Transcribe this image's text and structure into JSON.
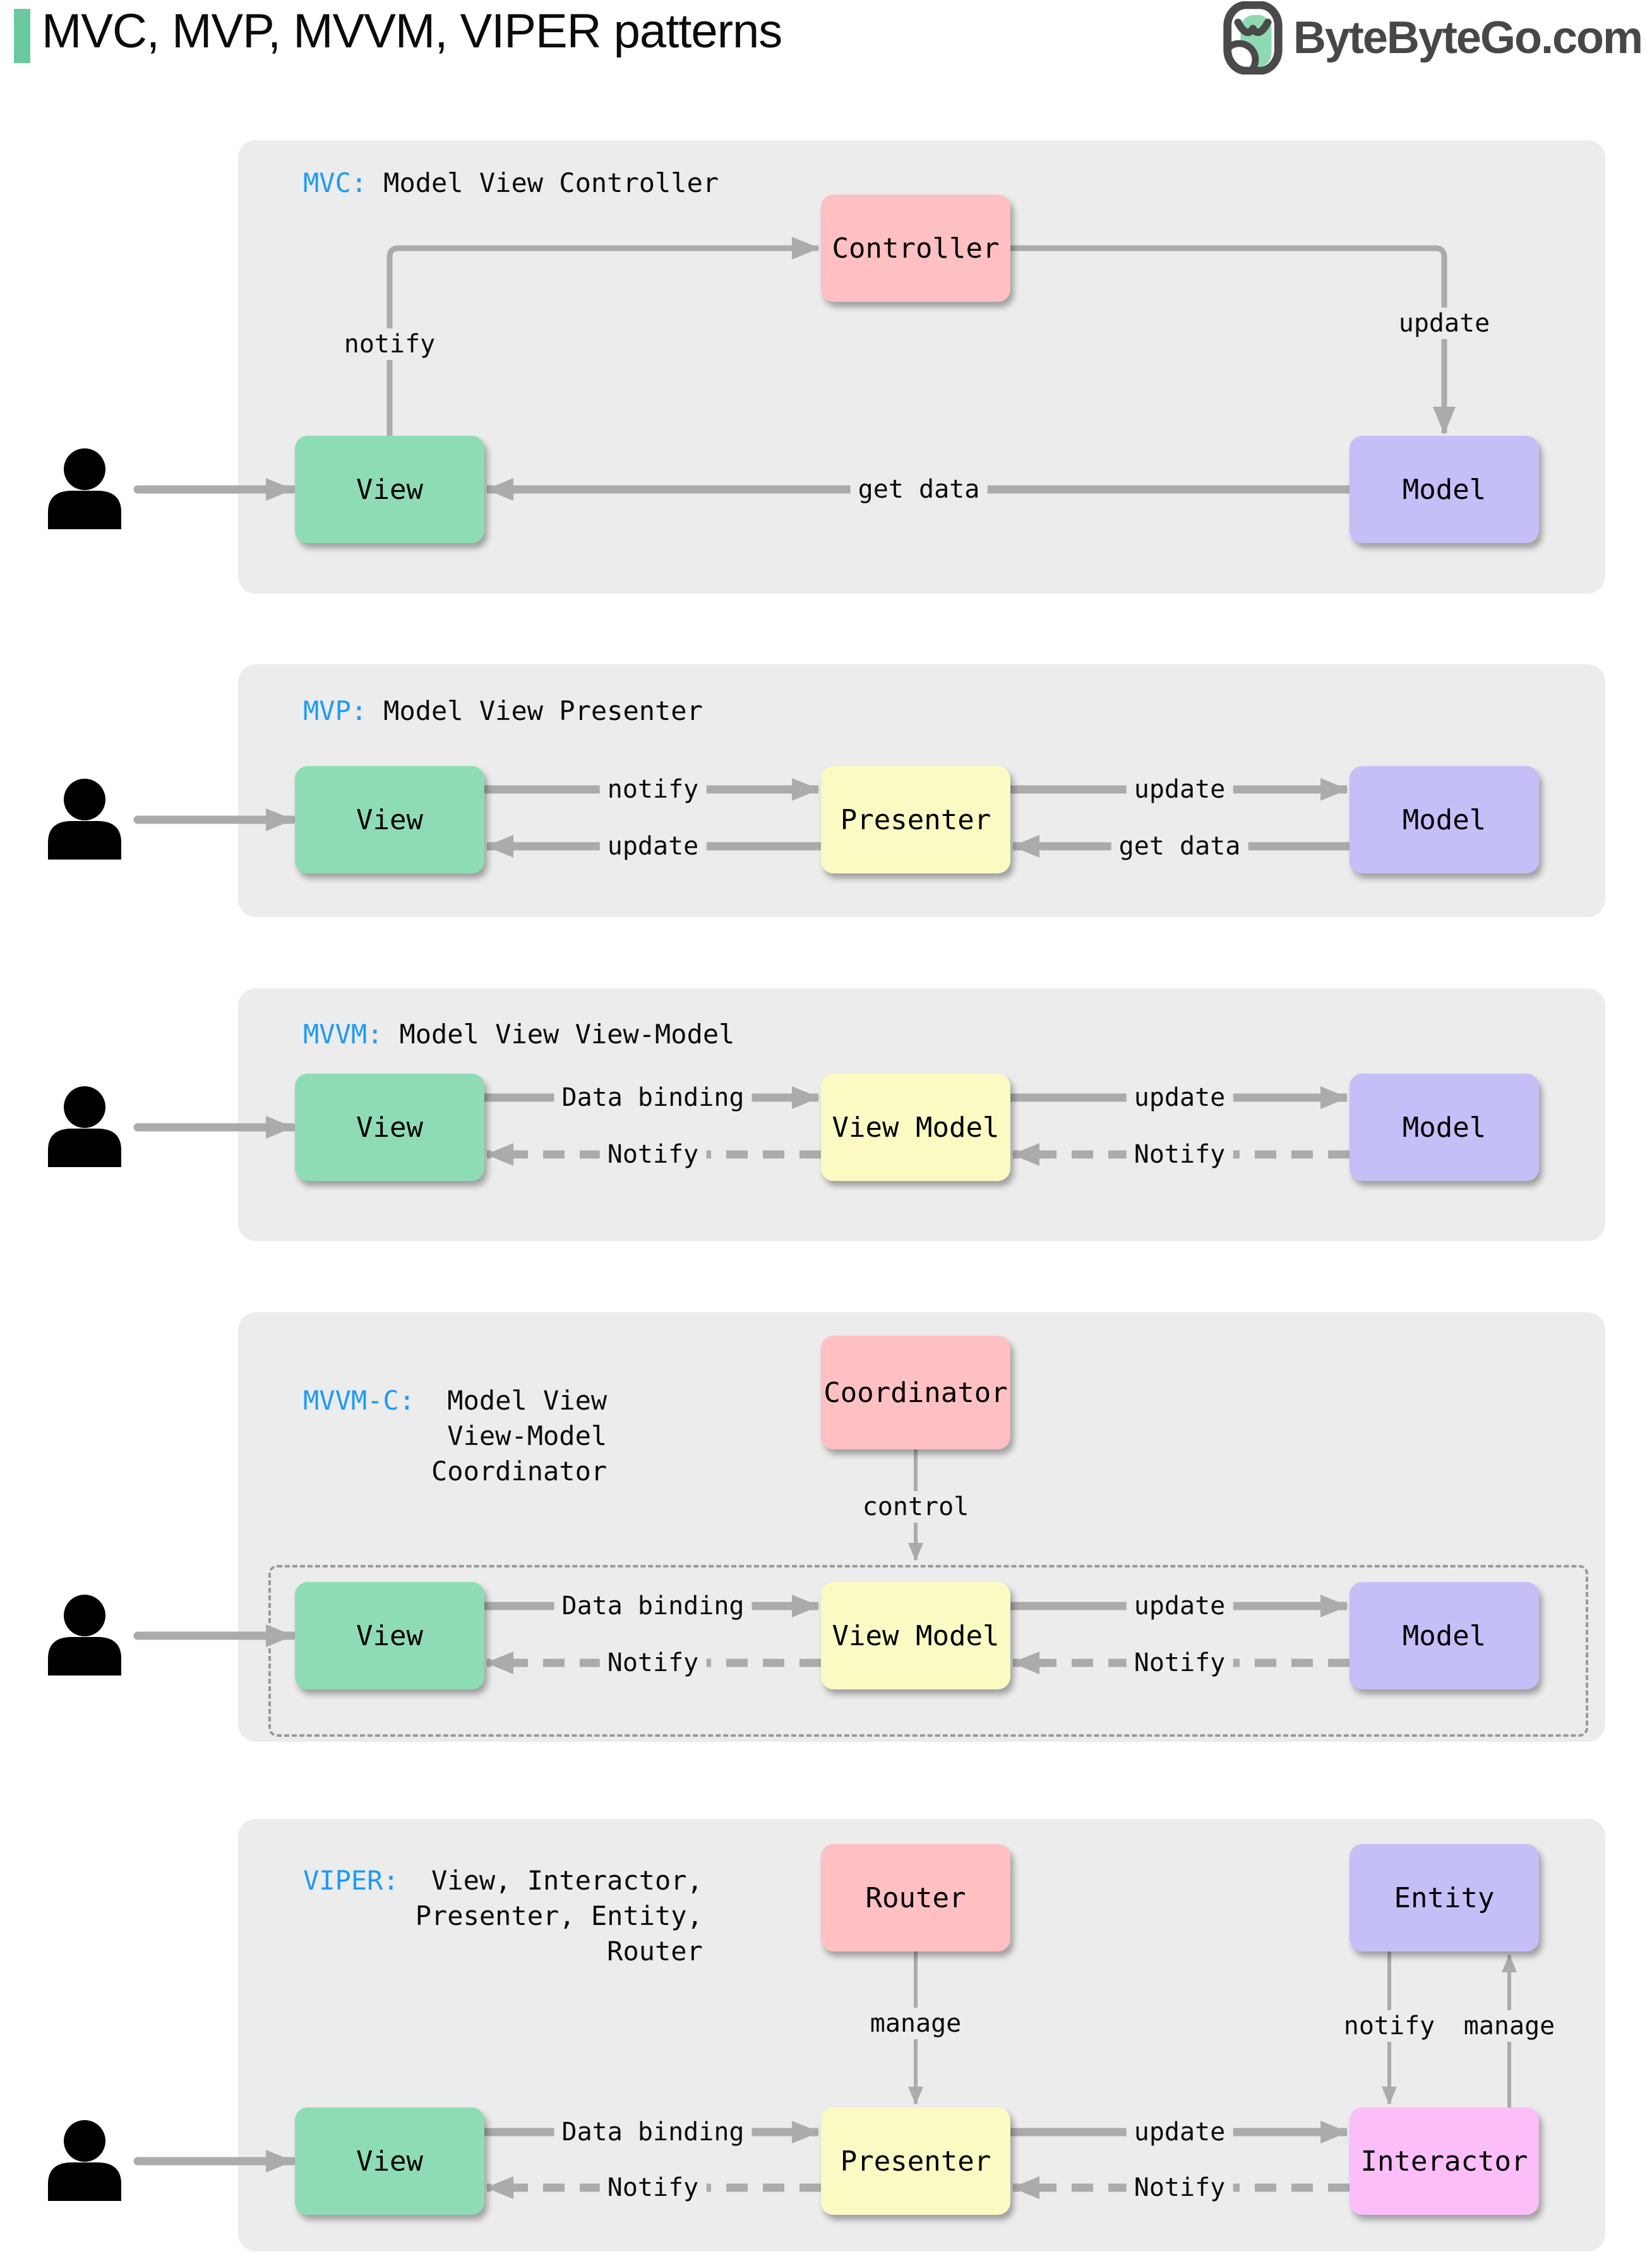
{
  "header": {
    "title": "MVC, MVP, MVVM, VIPER patterns",
    "logo_text": "ByteByteGo.com"
  },
  "icons": {
    "user": "user-icon",
    "logo": "bytebytego-logo-icon"
  },
  "colors": {
    "accent_green": "#6BC9A0",
    "panel_bg": "#ECECEC",
    "tag_blue": "#1E9BF5",
    "arrow_gray": "#ABABAB",
    "box_view": "#8EDCB5",
    "box_presenter": "#FBFAC3",
    "box_model": "#C5BFF8",
    "box_controller": "#FEC0C3",
    "box_interactor": "#FBBEF8",
    "logo_gray": "#474747",
    "dashed_border": "#999999",
    "logo_green": "#8FD9B2"
  },
  "panels": {
    "mvc": {
      "tag": "MVC:",
      "caption": "Model View Controller",
      "boxes": {
        "controller": "Controller",
        "view": "View",
        "model": "Model"
      },
      "labels": {
        "notify": "notify",
        "update": "update",
        "get_data": "get data"
      }
    },
    "mvp": {
      "tag": "MVP:",
      "caption": "Model View Presenter",
      "boxes": {
        "view": "View",
        "presenter": "Presenter",
        "model": "Model"
      },
      "labels": {
        "notify": "notify",
        "update_left": "update",
        "update_right": "update",
        "get_data": "get data"
      }
    },
    "mvvm": {
      "tag": "MVVM:",
      "caption": "Model View View-Model",
      "boxes": {
        "view": "View",
        "view_model": "View Model",
        "model": "Model"
      },
      "labels": {
        "data_binding": "Data binding",
        "notify_left": "Notify",
        "update": "update",
        "notify_right": "Notify"
      }
    },
    "mvvmc": {
      "tag": "MVVM-C:",
      "caption_lines": [
        "Model View",
        "View-Model",
        "Coordinator"
      ],
      "boxes": {
        "coordinator": "Coordinator",
        "view": "View",
        "view_model": "View Model",
        "model": "Model"
      },
      "labels": {
        "control": "control",
        "data_binding": "Data binding",
        "notify_left": "Notify",
        "update": "update",
        "notify_right": "Notify"
      }
    },
    "viper": {
      "tag": "VIPER:",
      "caption_lines": [
        "View, Interactor,",
        "Presenter, Entity,",
        "Router"
      ],
      "boxes": {
        "router": "Router",
        "entity": "Entity",
        "view": "View",
        "presenter": "Presenter",
        "interactor": "Interactor"
      },
      "labels": {
        "manage_router": "manage",
        "notify_entity": "notify",
        "manage_entity": "manage",
        "data_binding": "Data binding",
        "notify_left": "Notify",
        "update": "update",
        "notify_right": "Notify"
      }
    }
  }
}
